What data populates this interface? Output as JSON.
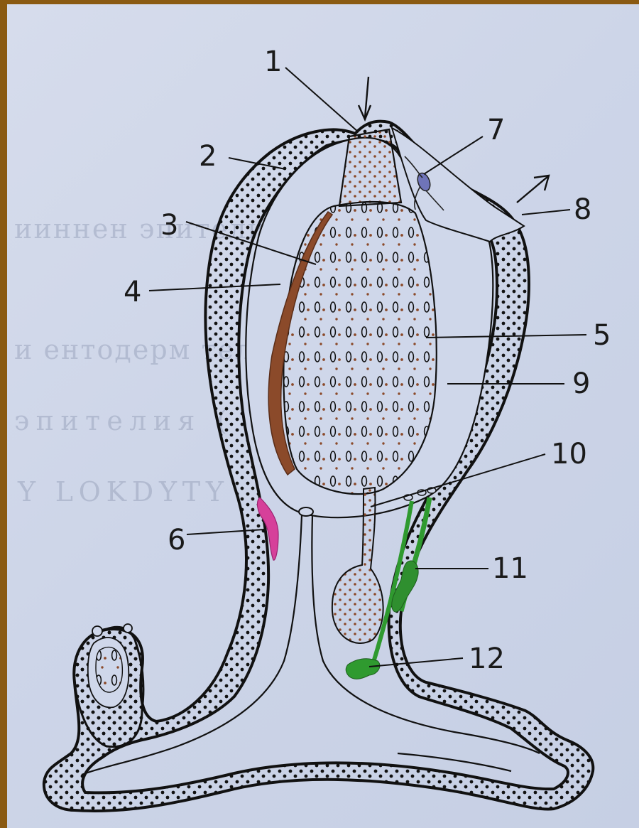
{
  "labels": {
    "l1": "1",
    "l2": "2",
    "l3": "3",
    "l4": "4",
    "l5": "5",
    "l6": "6",
    "l7": "7",
    "l8": "8",
    "l9": "9",
    "l10": "10",
    "l11": "11",
    "l12": "12"
  },
  "colors": {
    "page": "#cdd5e8",
    "outline": "#111111",
    "brown_band": "#8b4a2a",
    "dots_brown": "#8b4a2a",
    "pink": "#d6409a",
    "green": "#2f9a2f",
    "ganglion": "#6f74b8"
  }
}
